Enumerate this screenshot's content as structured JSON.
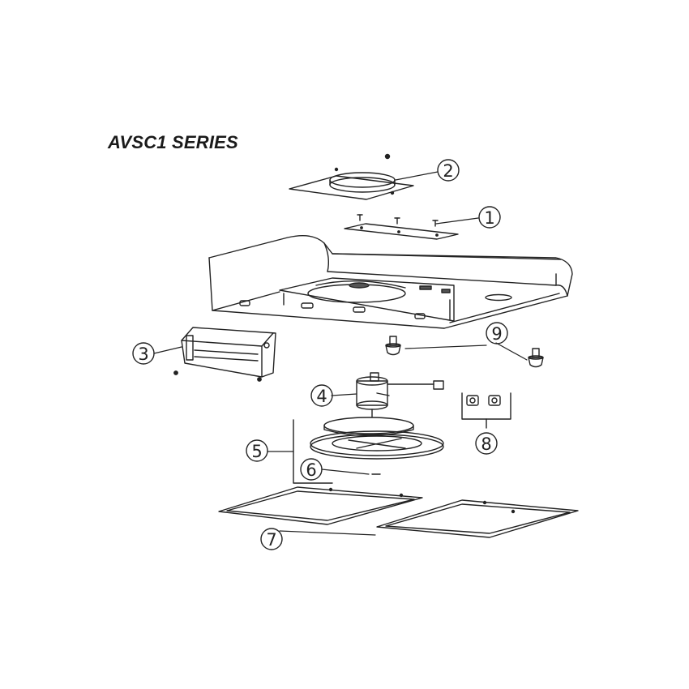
{
  "title": "AVSC1 SERIES",
  "callouts": [
    {
      "id": "c1",
      "label": "1",
      "part": "top-mounting-plate"
    },
    {
      "id": "c2",
      "label": "2",
      "part": "duct-connector-damper"
    },
    {
      "id": "c3",
      "label": "3",
      "part": "control-box-bracket"
    },
    {
      "id": "c4",
      "label": "4",
      "part": "blower-motor"
    },
    {
      "id": "c5",
      "label": "5",
      "part": "blower-housing-assembly"
    },
    {
      "id": "c6",
      "label": "6",
      "part": "blower-wheel-screw"
    },
    {
      "id": "c7",
      "label": "7",
      "part": "grease-filters"
    },
    {
      "id": "c8",
      "label": "8",
      "part": "light-sockets"
    },
    {
      "id": "c9",
      "label": "9",
      "part": "halogen-bulbs"
    }
  ],
  "colors": {
    "line": "#222222",
    "background": "#ffffff"
  }
}
